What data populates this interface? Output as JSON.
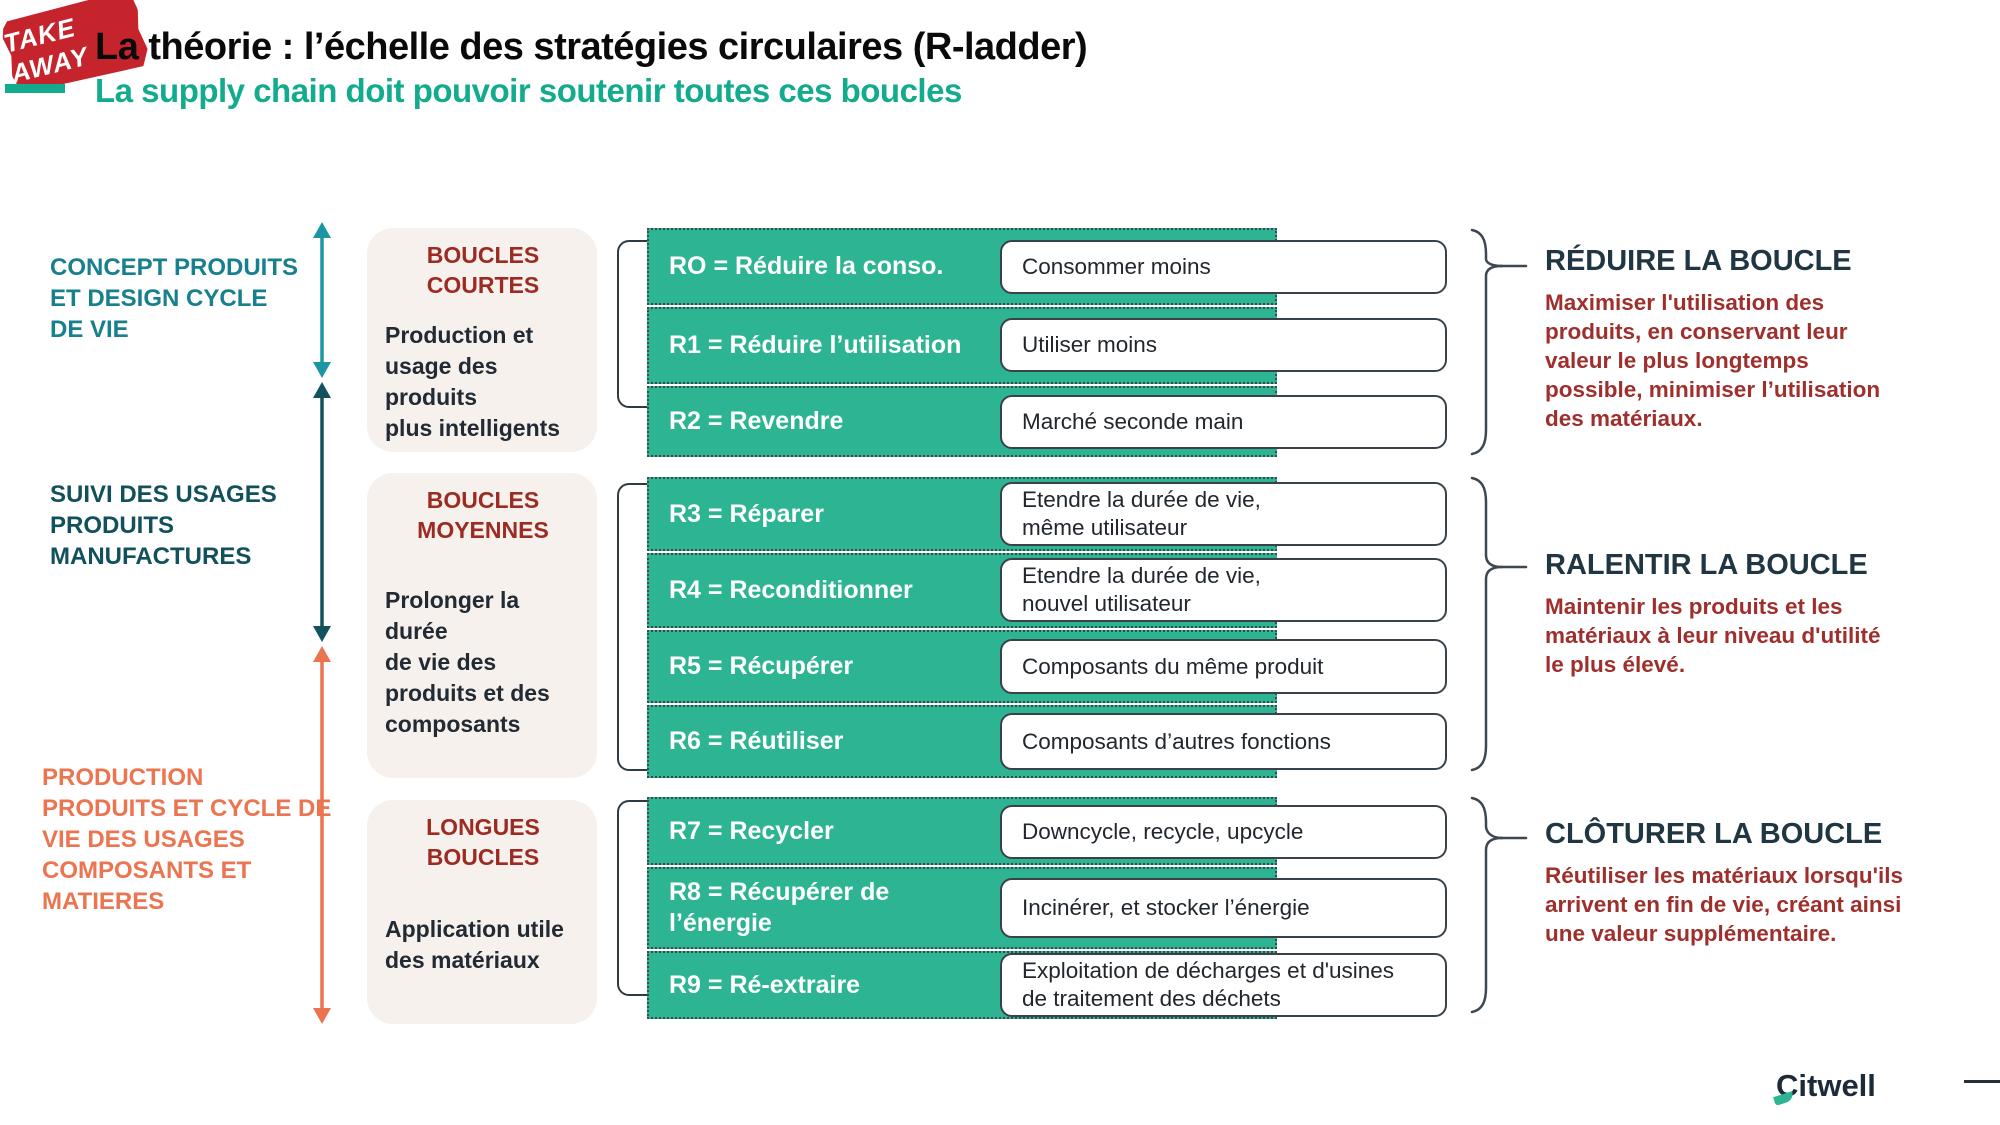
{
  "colors": {
    "green_band": "#2db492",
    "teal_accent": "#12ab8d",
    "teal_label": "#17808c",
    "dark_teal_label": "#11505c",
    "orange_label": "#ec7551",
    "dark_red_text": "#9e2f2c",
    "navy_heading": "#203642",
    "stamp_red": "#c6242c",
    "stage_box_bg": "#f6f1ec"
  },
  "stamp": {
    "label": "TAKE AWAY"
  },
  "header": {
    "title": "La théorie : l’échelle des stratégies circulaires (R-ladder)",
    "subtitle": "La supply chain doit pouvoir soutenir toutes ces boucles"
  },
  "left_labels": [
    {
      "text": "CONCEPT PRODUITS\nET DESIGN CYCLE\nDE VIE"
    },
    {
      "text": "SUIVI DES USAGES\nPRODUITS\nMANUFACTURES"
    },
    {
      "text": "PRODUCTION\nPRODUITS ET CYCLE DE\nVIE DES USAGES\nCOMPOSANTS ET\nMATIERES"
    }
  ],
  "stages": [
    {
      "title": "BOUCLES\nCOURTES",
      "description": "Production et\nusage des produits\nplus intelligents"
    },
    {
      "title": "BOUCLES\nMOYENNES",
      "description": "Prolonger la durée\nde vie des\nproduits et des\ncomposants"
    },
    {
      "title": "LONGUES\nBOUCLES",
      "description": "Application utile\ndes matériaux"
    }
  ],
  "rows": [
    {
      "code": "RO = Réduire la conso.",
      "desc": "Consommer moins"
    },
    {
      "code": "R1 = Réduire l’utilisation",
      "desc": "Utiliser moins"
    },
    {
      "code": "R2 = Revendre",
      "desc": "Marché seconde main"
    },
    {
      "code": "R3 = Réparer",
      "desc": "Etendre la durée de vie,\nmême utilisateur"
    },
    {
      "code": "R4 = Reconditionner",
      "desc": "Etendre la durée de vie,\nnouvel utilisateur"
    },
    {
      "code": "R5 = Récupérer",
      "desc": "Composants du même produit"
    },
    {
      "code": "R6 = Réutiliser",
      "desc": "Composants d’autres fonctions"
    },
    {
      "code": "R7 = Recycler",
      "desc": "Downcycle, recycle, upcycle"
    },
    {
      "code": "R8 = Récupérer de\n l’énergie",
      "desc": "Incinérer, et stocker l’énergie"
    },
    {
      "code": "R9 = Ré-extraire",
      "desc": "Exploitation de décharges et d'usines\nde traitement des déchets"
    }
  ],
  "loops": [
    {
      "heading": "RÉDUIRE LA BOUCLE",
      "body": "Maximiser l'utilisation des\nproduits, en conservant leur\nvaleur le plus longtemps\npossible, minimiser l’utilisation\ndes matériaux."
    },
    {
      "heading": "RALENTIR LA BOUCLE",
      "body": "Maintenir les produits et les\nmatériaux à leur niveau d'utilité\nle plus élevé."
    },
    {
      "heading": "CLÔTURER LA BOUCLE",
      "body": "Réutiliser les matériaux lorsqu'ils\narrivent en fin de vie, créant ainsi\nune valeur supplémentaire."
    }
  ],
  "footer": {
    "logo_c": "C",
    "logo_rest": "itwell"
  }
}
